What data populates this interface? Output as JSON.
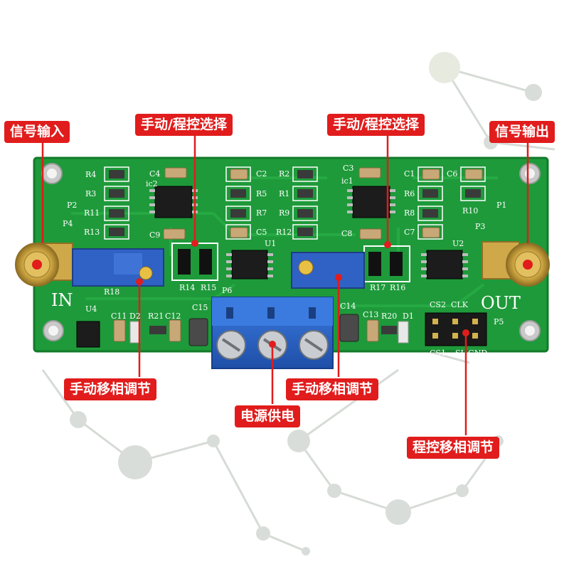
{
  "callouts": {
    "signal_input": "信号输入",
    "manual_program_select_left": "手动/程控选择",
    "manual_program_select_right": "手动/程控选择",
    "signal_output": "信号输出",
    "manual_phase_adjust_left": "手动移相调节",
    "manual_phase_adjust_right": "手动移相调节",
    "power_supply": "电源供电",
    "program_phase_adjust": "程控移相调节"
  },
  "pcb_labels": {
    "in": "IN",
    "out": "OUT",
    "r4": "R4",
    "r3": "R3",
    "r11": "R11",
    "r13": "R13",
    "c4": "C4",
    "ic2": "ic2",
    "c9": "C9",
    "c2": "C2",
    "r5": "R5",
    "r7": "R7",
    "c5": "C5",
    "r2": "R2",
    "r1": "R1",
    "r9": "R9",
    "r12": "R12",
    "c3": "C3",
    "ic1": "ic1",
    "c8": "C8",
    "c1": "C1",
    "c6": "C6",
    "r6": "R6",
    "r8": "R8",
    "c7": "C7",
    "r10": "R10",
    "p1": "P1",
    "p2": "P2",
    "p3": "P3",
    "p4": "P4",
    "u1": "U1",
    "u2": "U2",
    "u4": "U4",
    "r14": "R14",
    "r15": "R15",
    "r16": "R16",
    "r17": "R17",
    "r18": "R18",
    "p6": "P6",
    "c15": "C15",
    "c14": "C14",
    "c13": "C13",
    "c11": "C11",
    "c12": "C12",
    "d1": "D1",
    "d2": "D2",
    "r20": "R20",
    "r21": "R21",
    "cs2": "CS2",
    "clk": "CLK",
    "cs1": "CS1",
    "si": "SI",
    "gnd": "GND",
    "p5": "P5"
  },
  "colors": {
    "pcb": "#1e9a3a",
    "pcb_edge": "#137a2a",
    "callout": "#e11c1c",
    "terminal": "#2a63c8",
    "potentiometer": "#2f62c4",
    "sma": "#d8b04a"
  }
}
